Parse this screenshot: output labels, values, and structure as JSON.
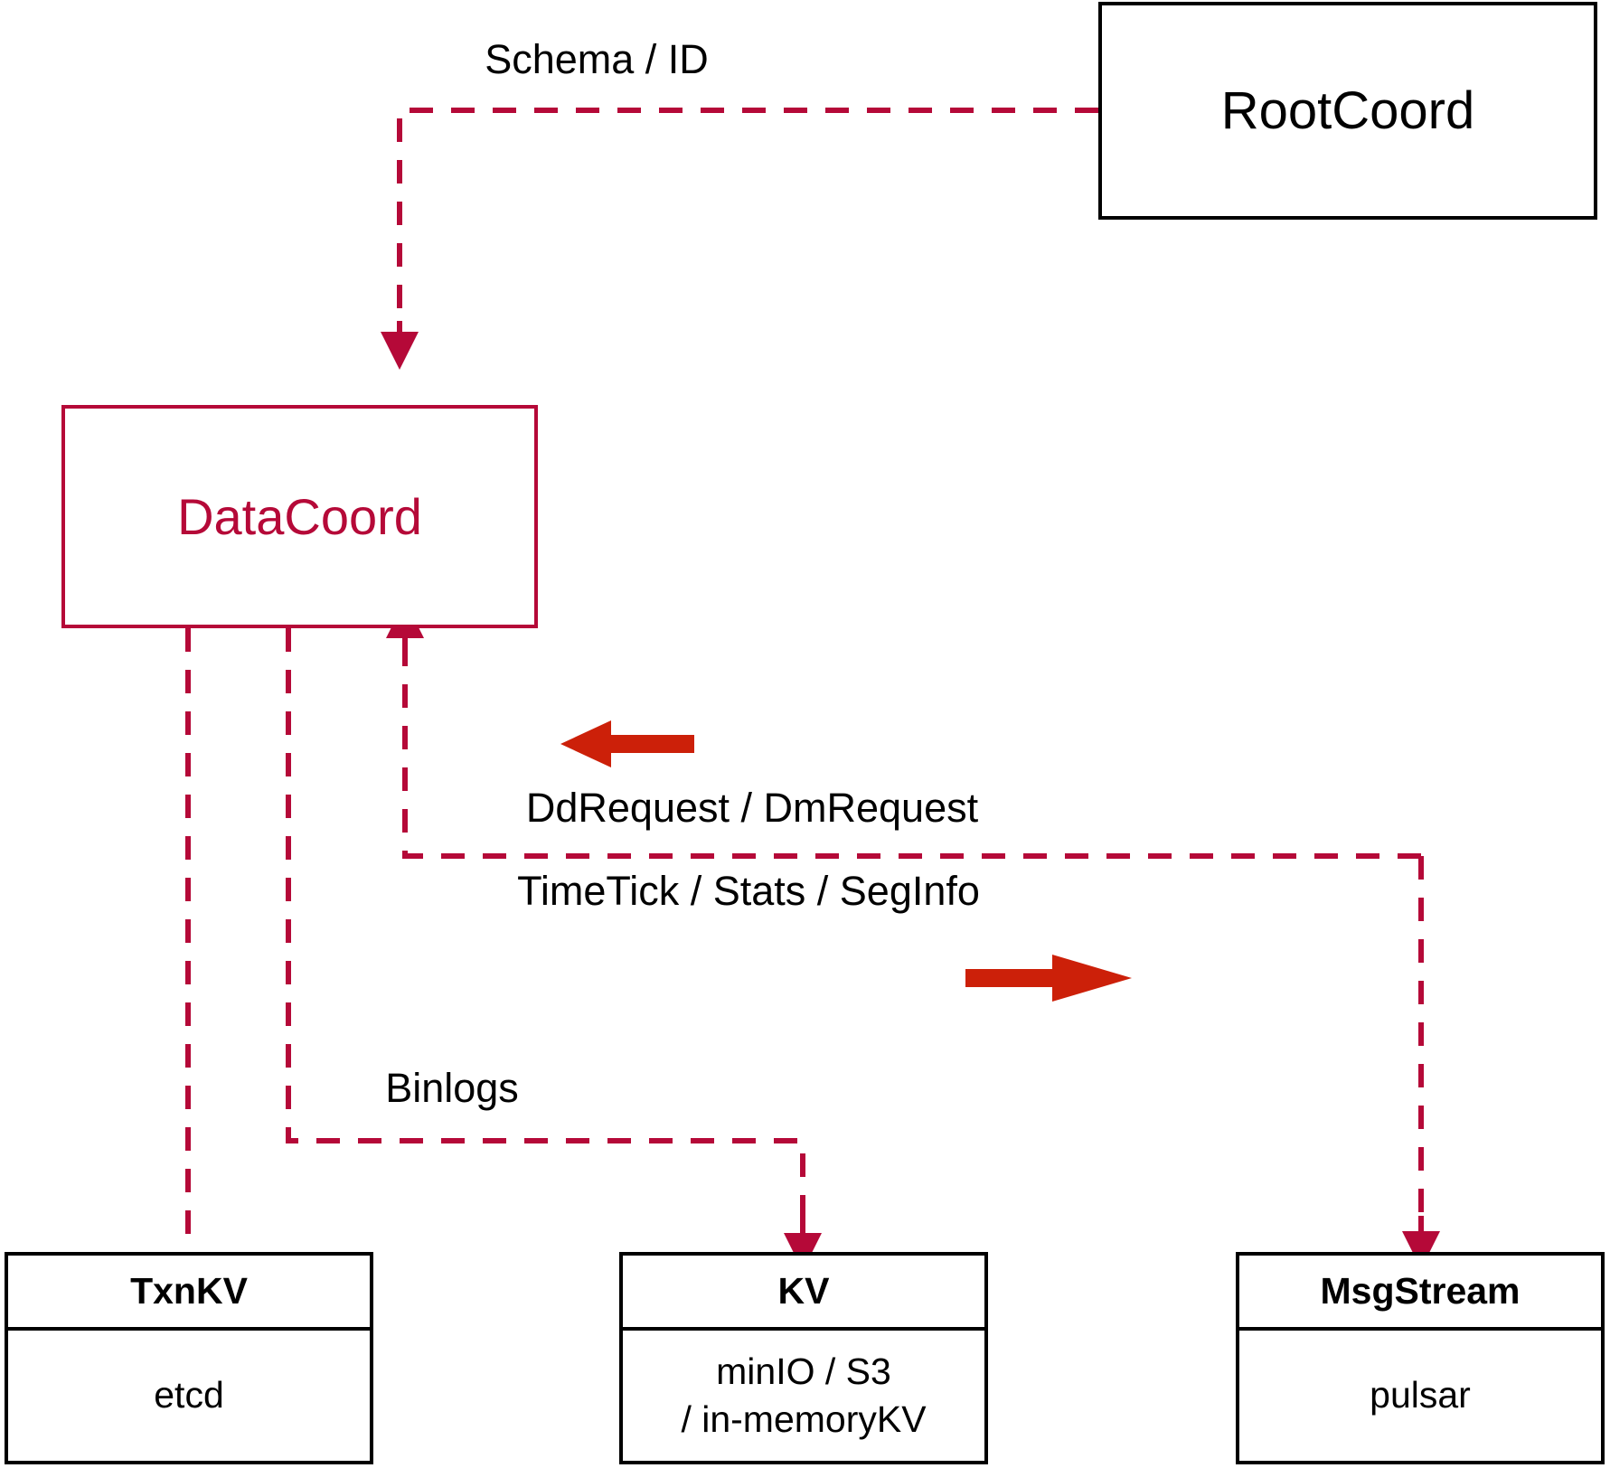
{
  "diagram": {
    "type": "architecture-flow",
    "background_color": "#ffffff",
    "accent_color": "#B50938",
    "arrow_color": "#CC2009",
    "plain_color": "#000000",
    "nodes": [
      {
        "id": "rootcoord",
        "label": "RootCoord",
        "style": "plain-box",
        "border_color": "#000000",
        "text_color": "#000000"
      },
      {
        "id": "datacoord",
        "label": "DataCoord",
        "style": "accent-box",
        "border_color": "#B50938",
        "text_color": "#B50938"
      },
      {
        "id": "txnkv",
        "header": "TxnKV",
        "body_lines": [
          "etcd"
        ],
        "style": "split-box",
        "border_color": "#000000",
        "text_color": "#000000"
      },
      {
        "id": "kv",
        "header": "KV",
        "body_lines": [
          "minIO / S3",
          "/ in-memoryKV"
        ],
        "style": "split-box",
        "border_color": "#000000",
        "text_color": "#000000"
      },
      {
        "id": "msgstream",
        "header": "MsgStream",
        "body_lines": [
          "pulsar"
        ],
        "style": "split-box",
        "border_color": "#000000",
        "text_color": "#000000"
      }
    ],
    "edges": [
      {
        "id": "schema-id",
        "label": "Schema / ID",
        "from": "rootcoord",
        "to": "datacoord",
        "line_style": "dashed",
        "color": "#B50938",
        "arrow": "end"
      },
      {
        "id": "ddrequest-dmrequest",
        "label": "DdRequest / DmRequest",
        "from": "msgstream",
        "to": "datacoord",
        "line_style": "dashed",
        "color": "#B50938",
        "arrow": "end",
        "direction_marker": "left-solid-arrow"
      },
      {
        "id": "timetick-stats-seginfo",
        "label": "TimeTick / Stats / SegInfo",
        "from": "datacoord",
        "to": "msgstream",
        "line_style": "dashed",
        "color": "#B50938",
        "arrow": "end",
        "direction_marker": "right-solid-arrow"
      },
      {
        "id": "binlogs",
        "label": "Binlogs",
        "from": "datacoord",
        "to": "kv",
        "line_style": "dashed",
        "color": "#B50938",
        "arrow": "end"
      },
      {
        "id": "txnkv-link",
        "label": "",
        "from": "datacoord",
        "to": "txnkv",
        "line_style": "dashed",
        "color": "#B50938",
        "arrow": "none"
      }
    ],
    "labels": {
      "schema_id": "Schema / ID",
      "dd_dm_request": "DdRequest / DmRequest",
      "timetick_stats_seginfo": "TimeTick / Stats / SegInfo",
      "binlogs": "Binlogs"
    }
  }
}
